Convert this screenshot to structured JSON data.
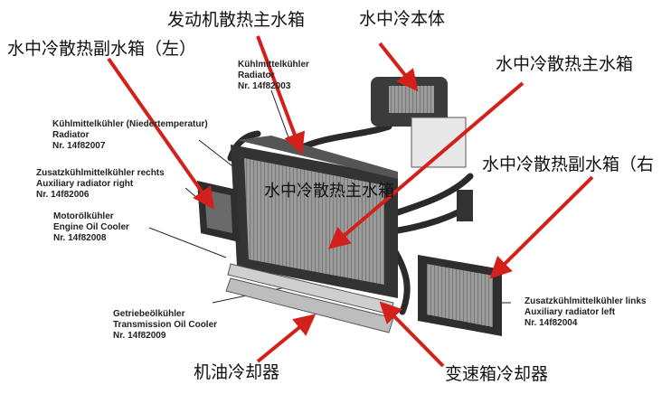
{
  "cn_labels": {
    "engine_main_radiator": "发动机散热主水箱",
    "intercooler_body": "水中冷本体",
    "aux_left": "水中冷散热副水箱（左）",
    "main_right": "水中冷散热主水箱",
    "aux_right": "水中冷散热副水箱（右",
    "main_overlay": "水中冷散热主水箱",
    "oil_cooler": "机油冷却器",
    "transmission_cooler": "变速箱冷却器"
  },
  "en_labels": {
    "radiator": {
      "de": "Kühlmittelkühler",
      "en": "Radiator",
      "nr": "Nr. 14f82003"
    },
    "lt_radiator": {
      "de": "Kühlmittelkühler (Niedertemperatur)",
      "en": "Radiator",
      "nr": "Nr. 14f82007"
    },
    "aux_right": {
      "de": "Zusatzkühlmittelkühler rechts",
      "en": "Auxiliary radiator right",
      "nr": "Nr. 14f82006"
    },
    "engine_oil": {
      "de": "Motorölkühler",
      "en": "Engine Oil Cooler",
      "nr": "Nr. 14f82008"
    },
    "transmission_oil": {
      "de": "Getriebeölkühler",
      "en": "Transmission Oil Cooler",
      "nr": "Nr. 14f82009"
    },
    "aux_left": {
      "de": "Zusatzkühlmittelkühler links",
      "en": "Auxiliary radiator left",
      "nr": "Nr. 14f82004"
    }
  },
  "colors": {
    "arrow": "#d4201a",
    "part": "#3a3a3a",
    "core": "#8a8a8a"
  }
}
